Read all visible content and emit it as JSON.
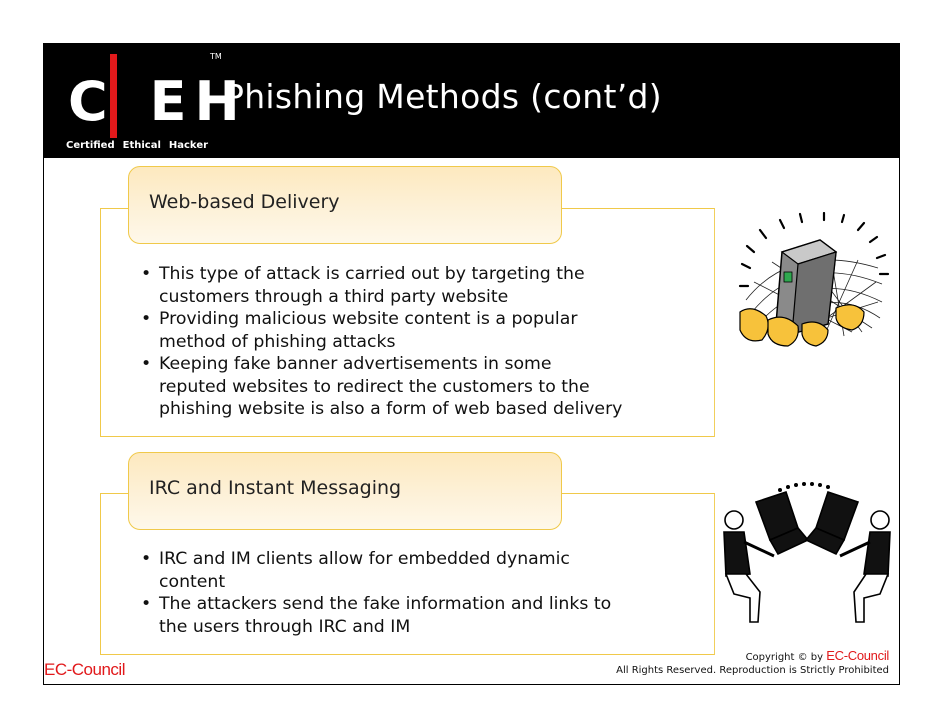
{
  "logo": {
    "letters": [
      "C",
      "E",
      "H"
    ],
    "trademark": "TM",
    "tagline": [
      "Certified",
      "Ethical",
      "Hacker"
    ]
  },
  "title": "Phishing Methods (cont’d)",
  "sections": [
    {
      "heading": "Web-based Delivery",
      "bullets": [
        [
          "This type of attack is carried out by targeting the",
          "customers through a third party website"
        ],
        [
          "Providing malicious website content is a popular",
          "method of phishing attacks"
        ],
        [
          "Keeping fake banner advertisements in some",
          "reputed websites to redirect the customers to the",
          "phishing website is also a form of web based delivery"
        ]
      ],
      "illustration": "server-caught-in-web-icon"
    },
    {
      "heading": "IRC and Instant Messaging",
      "bullets": [
        [
          "IRC and IM clients allow for embedded dynamic",
          "content"
        ],
        [
          "The attackers send the fake information and links to",
          "the users through IRC and IM"
        ]
      ],
      "illustration": "two-users-chatting-icon"
    }
  ],
  "footer": {
    "brand": "EC-Council",
    "copyright_prefix": "Copyright © by",
    "copyright_brand": "EC-Council",
    "rights": "All Rights Reserved. Reproduction is Strictly Prohibited"
  },
  "colors": {
    "accent_red": "#e1191b",
    "box_border": "#f0c94a",
    "tab_fill": "#fde9bf"
  }
}
